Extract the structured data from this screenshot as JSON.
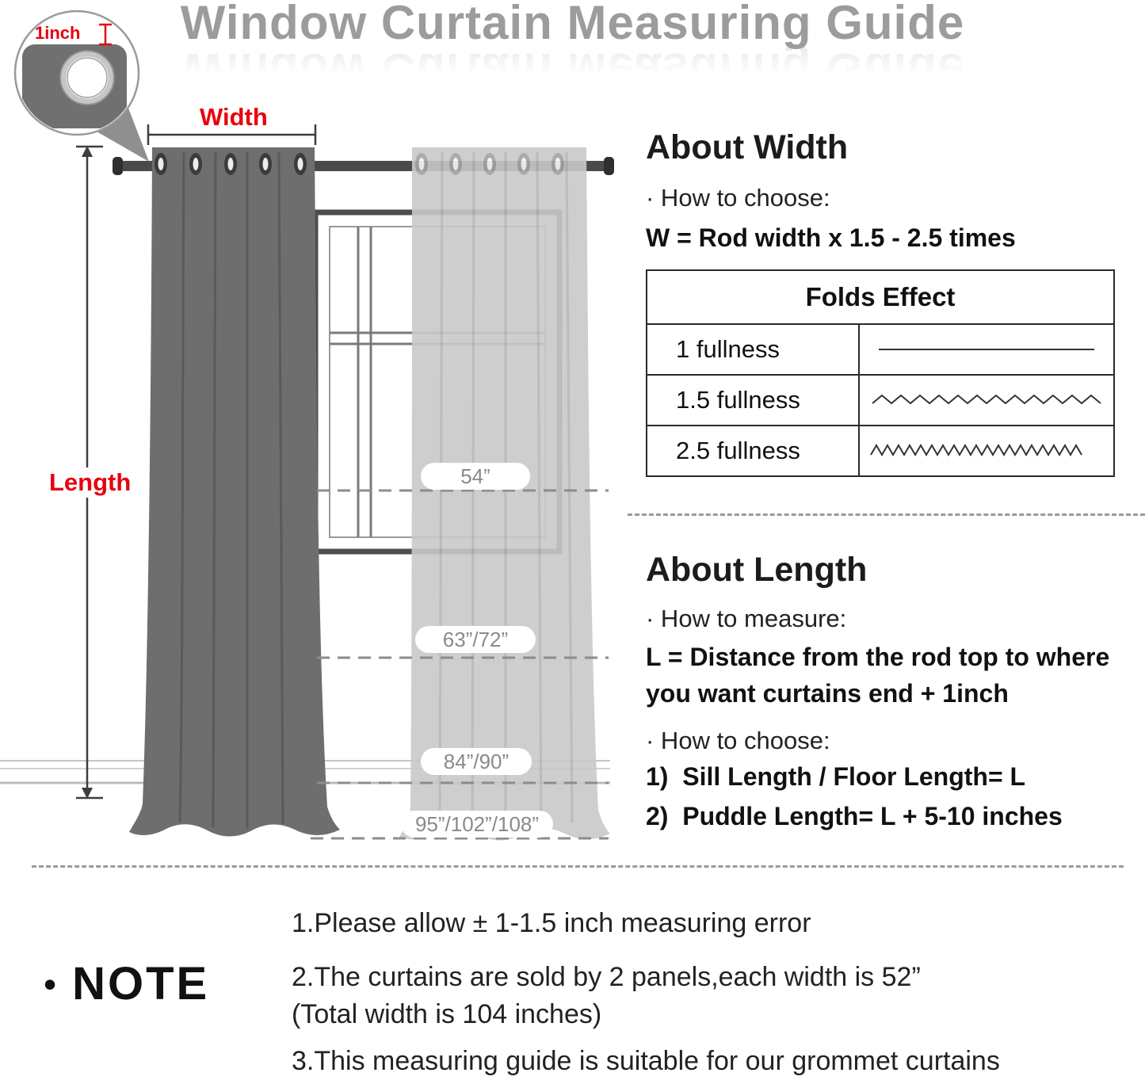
{
  "title": "Window Curtain Measuring Guide",
  "illustration": {
    "grommet_margin_label": "1inch",
    "width_label": "Width",
    "length_label": "Length",
    "size_pills": [
      "54”",
      "63”/72”",
      "84”/90”",
      "95”/102”/108”"
    ]
  },
  "about_width": {
    "heading": "About Width",
    "how_to_choose": "· How to choose:",
    "formula": "W = Rod width x 1.5 - 2.5 times",
    "folds_table": {
      "header": "Folds Effect",
      "rows": [
        {
          "label": "1 fullness"
        },
        {
          "label": "1.5 fullness"
        },
        {
          "label": "2.5 fullness"
        }
      ]
    }
  },
  "about_length": {
    "heading": "About Length",
    "how_to_measure": "· How to measure:",
    "formula": "L = Distance from the rod top to where you want curtains end + 1inch",
    "how_to_choose": "· How to choose:",
    "options": [
      "1)  Sill Length / Floor Length= L",
      "2)  Puddle Length= L + 5-10 inches"
    ]
  },
  "note": {
    "bullet": "•",
    "heading": "NOTE",
    "items": [
      "1.Please allow ± 1-1.5 inch measuring error",
      "2.The curtains are sold by 2 panels,each width is 52”\n(Total width is 104 inches)",
      "3.This measuring guide is suitable for our grommet curtains"
    ]
  },
  "colors": {
    "accent_red": "#e8000d",
    "title_gray": "#9c9c9c",
    "text_dark": "#1c1c1c",
    "curtain_dark": "#6e6e6e",
    "curtain_light": "#c9c9c9"
  }
}
